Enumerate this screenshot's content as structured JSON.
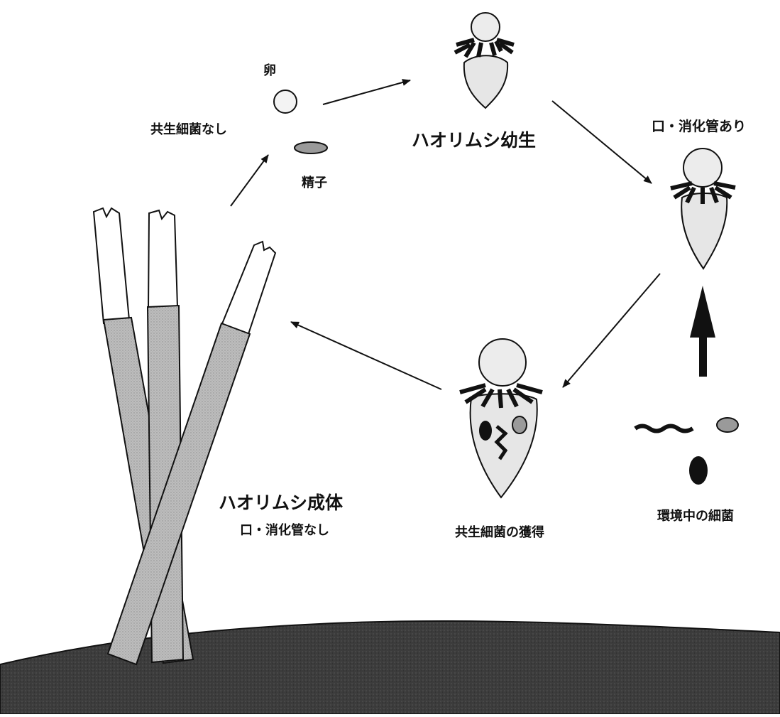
{
  "labels": {
    "egg": "卵",
    "no_symbionts": "共生細菌なし",
    "sperm": "精子",
    "larva_title": "ハオリムシ幼生",
    "mouth_gut_present": "口・消化管あり",
    "symbiont_acquisition": "共生細菌の獲得",
    "environmental_bacteria": "環境中の細菌",
    "adult_title": "ハオリムシ成体",
    "mouth_gut_absent": "口・消化管なし"
  },
  "colors": {
    "seafloor": "#3a3a3a",
    "tube": "#b8b8b8",
    "plume": "#ffffff",
    "larva_body": "#e6e6e6",
    "sperm": "#9a9a9a",
    "ink": "#111111"
  }
}
